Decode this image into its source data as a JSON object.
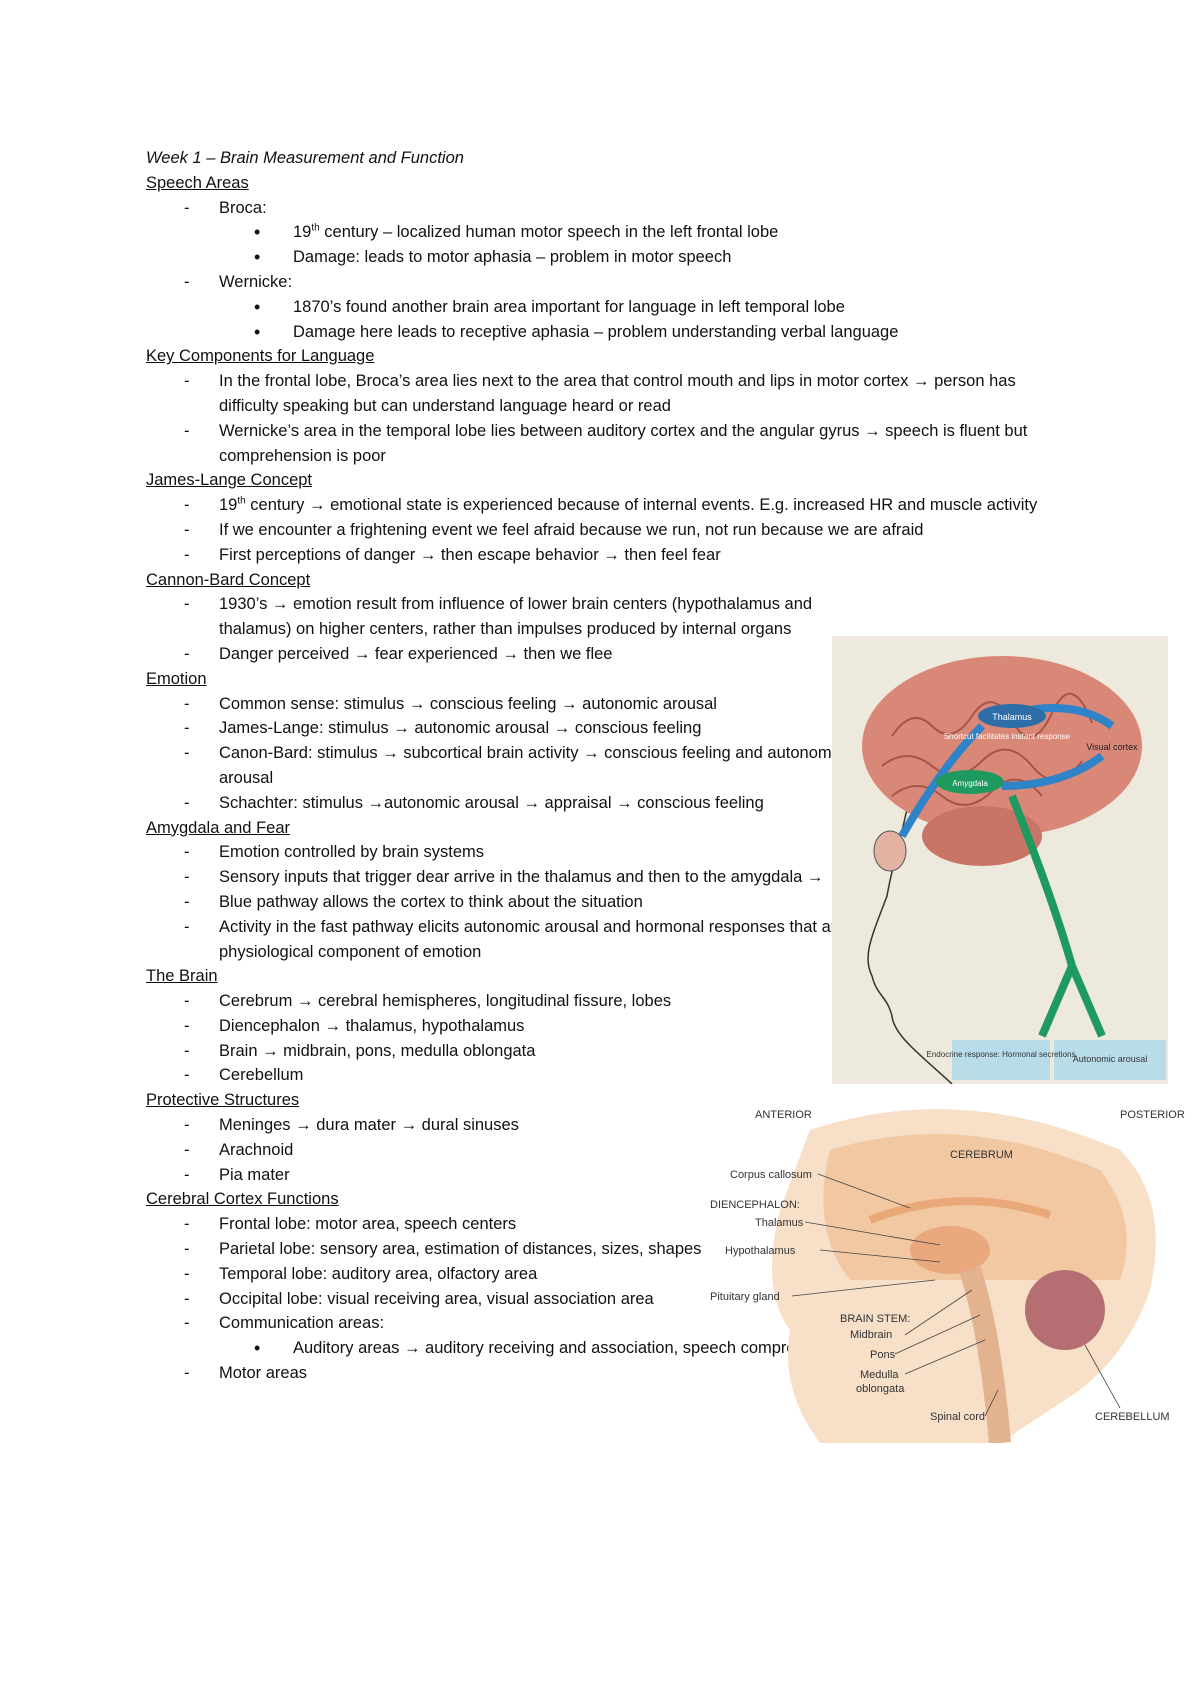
{
  "title": "Week 1 – Brain Measurement and Function",
  "sections": {
    "speech": {
      "heading": "Speech Areas",
      "broca": "Broca:",
      "broca_b1_pre": "19",
      "broca_b1_sup": "th",
      "broca_b1_post": " century – localized human motor speech in the left frontal lobe",
      "broca_b2": "Damage: leads to motor aphasia – problem in motor speech",
      "wernicke": "Wernicke:",
      "wernicke_b1": "1870’s found another brain area important for language in left temporal lobe",
      "wernicke_b2": "Damage here leads to receptive aphasia – problem understanding verbal language"
    },
    "language": {
      "heading": "Key Components for Language",
      "i1": "In the frontal lobe, Broca’s area lies next to the area that control mouth and lips in motor cortex → person has difficulty speaking but can understand language heard or read",
      "i2": "Wernicke’s area in the temporal lobe lies between auditory cortex and the angular gyrus → speech is fluent but comprehension is poor"
    },
    "james": {
      "heading": "James-Lange Concept",
      "i1_pre": "19",
      "i1_sup": "th",
      "i1_post": " century → emotional state is experienced because of internal events. E.g. increased HR and muscle activity",
      "i2": "If we encounter a frightening event we feel afraid because we run, not run because we are afraid",
      "i3": "First perceptions of danger → then escape behavior → then feel fear"
    },
    "cannon": {
      "heading": "Cannon-Bard Concept",
      "i1": "1930’s → emotion result from influence of lower brain centers (hypothalamus and thalamus) on higher centers, rather than impulses produced by internal organs",
      "i2": "Danger perceived → fear experienced → then we flee"
    },
    "emotion": {
      "heading": "Emotion",
      "i1": "Common sense: stimulus → conscious feeling → autonomic arousal",
      "i2": "James-Lange: stimulus → autonomic arousal → conscious feeling",
      "i3": "Canon-Bard: stimulus → subcortical brain activity → conscious feeling and autonomic arousal",
      "i4": "Schachter: stimulus →autonomic arousal → appraisal → conscious feeling"
    },
    "amygdala": {
      "heading": "Amygdala and Fear",
      "i1": "Emotion controlled by brain systems",
      "i2": "Sensory inputs that trigger dear arrive in the thalamus and then to the amygdala →",
      "i3": "Blue pathway allows the cortex to think about the situation",
      "i4": "Activity in the fast pathway elicits autonomic arousal and hormonal responses that are the physiological component of emotion"
    },
    "brain": {
      "heading": "The Brain",
      "i1": "Cerebrum → cerebral hemispheres, longitudinal fissure, lobes",
      "i2": "Diencephalon → thalamus, hypothalamus",
      "i3": "Brain → midbrain, pons, medulla oblongata",
      "i4": "Cerebellum"
    },
    "protective": {
      "heading": "Protective Structures",
      "i1": "Meninges → dura mater → dural sinuses",
      "i2": "Arachnoid",
      "i3": "Pia mater"
    },
    "cortex": {
      "heading": "Cerebral Cortex Functions",
      "i1": "Frontal lobe: motor area, speech centers",
      "i2": "Parietal lobe: sensory area, estimation of distances, sizes, shapes",
      "i3": "Temporal lobe: auditory area, olfactory area",
      "i4": "Occipital lobe: visual receiving area, visual association area",
      "i5": "Communication areas:",
      "i5_b1": "Auditory areas → auditory receiving and association, speech comprehension",
      "i6": "Motor areas"
    }
  },
  "figure1": {
    "thalamus": "Thalamus",
    "shortcut": "Shortcut facilitates instant response",
    "visual": "Visual cortex",
    "amygdala": "Amygdala",
    "endocrine": "Endocrine response: Hormonal secretions",
    "autonomic": "Autonomic arousal"
  },
  "figure2": {
    "anterior": "ANTERIOR",
    "posterior": "POSTERIOR",
    "cerebrum": "CEREBRUM",
    "corpus": "Corpus callosum",
    "diencephalon": "DIENCEPHALON:",
    "thalamus": "Thalamus",
    "hypothalamus": "Hypothalamus",
    "pituitary": "Pituitary gland",
    "brainstem": "BRAIN STEM:",
    "midbrain": "Midbrain",
    "pons": "Pons",
    "medulla1": "Medulla",
    "medulla2": "oblongata",
    "spinal": "Spinal cord",
    "cerebellum": "CEREBELLUM"
  }
}
